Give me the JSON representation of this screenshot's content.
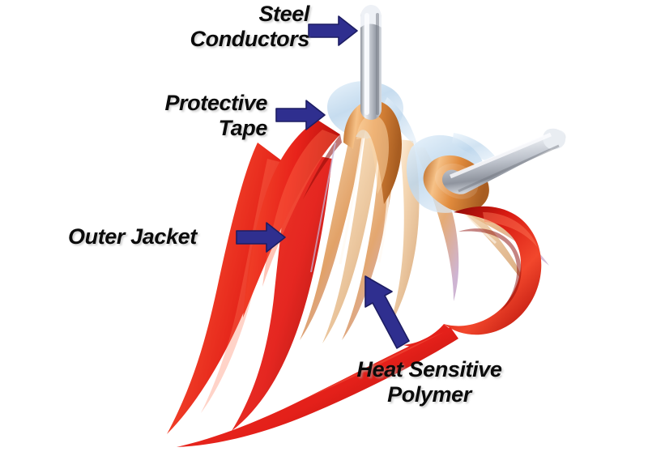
{
  "diagram": {
    "title": "Cable cutaway diagram",
    "background_color": "#ffffff",
    "arrow_color": "#2f2f8f",
    "arrow_outline_color": "#1d1d63",
    "text_color": "#0b0b0b",
    "jacket_color": "#e8231b",
    "jacket_shadow_color": "#a50d09",
    "jacket_highlight_color": "#ff6a4a",
    "conductor_color": "#c9ccd3",
    "conductor_highlight_color": "#f2f4f7",
    "conductor_shadow_color": "#7d828c",
    "copper_color": "#e08a3c",
    "copper_highlight_color": "#f7c58e",
    "polymer_color": "#e8b07a",
    "polymer_highlight_color": "#fbf0e2",
    "tape_color": "#c6dcef",
    "labels": [
      {
        "id": "steel-conductors",
        "text": "Steel\nConductors",
        "align": "right",
        "arrow": "arrow-right"
      },
      {
        "id": "protective-tape",
        "text": "Protective\nTape",
        "align": "right",
        "arrow": "arrow-right"
      },
      {
        "id": "outer-jacket",
        "text": "Outer Jacket",
        "align": "left",
        "arrow": "arrow-right"
      },
      {
        "id": "heat-sensitive-polymer",
        "text": "Heat Sensitive\nPolymer",
        "align": "center",
        "arrow": "arrow-up-left"
      }
    ]
  }
}
